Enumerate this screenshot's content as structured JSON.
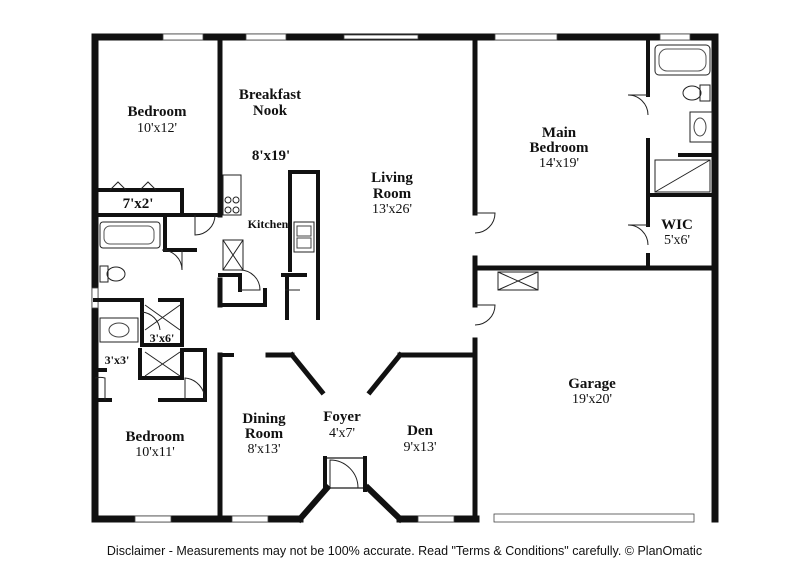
{
  "rooms": {
    "bedroom_top": {
      "name": "Bedroom",
      "dim": "10'x12'"
    },
    "breakfast": {
      "name_line1": "Breakfast",
      "name_line2": "Nook",
      "dim": "8'x19'"
    },
    "living": {
      "name_line1": "Living",
      "name_line2": "Room",
      "dim": "13'x26'"
    },
    "main_bedroom": {
      "name_line1": "Main",
      "name_line2": "Bedroom",
      "dim": "14'x19'"
    },
    "closet_7x2": {
      "dim": "7'x2'"
    },
    "kitchen": {
      "name": "Kitchen"
    },
    "wic": {
      "name": "WIC",
      "dim": "5'x6'"
    },
    "closet_3x6": {
      "dim": "3'x6'"
    },
    "closet_3x3": {
      "dim": "3'x3'"
    },
    "garage": {
      "name": "Garage",
      "dim": "19'x20'"
    },
    "dining": {
      "name_line1": "Dining",
      "name_line2": "Room",
      "dim": "8'x13'"
    },
    "foyer": {
      "name": "Foyer",
      "dim": "4'x7'"
    },
    "den": {
      "name": "Den",
      "dim": "9'x13'"
    },
    "bedroom_bottom": {
      "name": "Bedroom",
      "dim": "10'x11'"
    }
  },
  "footer": {
    "disclaimer": "Disclaimer - Measurements may not be 100% accurate. Read \"Terms & Conditions\" carefully. © PlanOmatic"
  }
}
